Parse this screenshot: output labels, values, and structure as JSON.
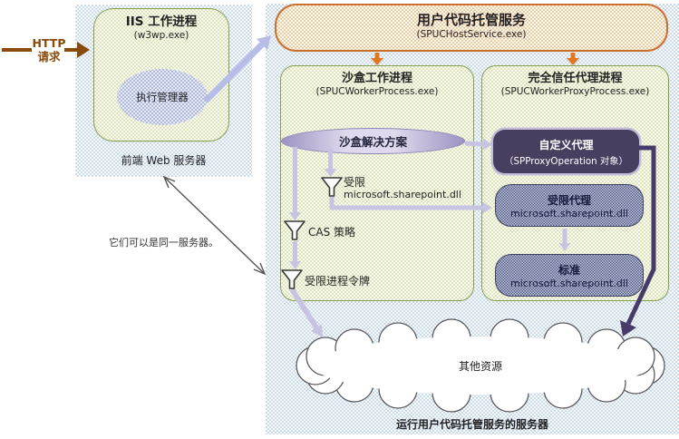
{
  "http_request": {
    "line1": "HTTP",
    "line2": "请求"
  },
  "front_end": {
    "iis_title": "IIS 工作进程",
    "iis_subtitle": "(w3wp.exe)",
    "execution_manager": "执行管理器",
    "label": "前端 Web 服务器"
  },
  "note": "它们可以是同一服务器。",
  "host_service": {
    "title": "用户代码托管服务",
    "subtitle": "(SPUCHostService.exe)"
  },
  "sandbox": {
    "title": "沙盒工作进程",
    "subtitle": "(SPUCWorkerProcess.exe)",
    "solutions": "沙盒解决方案",
    "restricted_label": "受限",
    "restricted_dll": "microsoft.sharepoint.dll",
    "cas_label": "CAS 策略",
    "token_label": "受限进程令牌"
  },
  "proxy": {
    "title": "完全信任代理进程",
    "subtitle": "(SPUCWorkerProxyProcess.exe)",
    "custom_line1": "自定义代理",
    "custom_line2": "（SPProxyOperation 对象）",
    "limited_line1": "受限代理",
    "limited_line2": "microsoft.sharepoint.dll",
    "standard_line1": "标准",
    "standard_line2": "microsoft.sharepoint.dll"
  },
  "cloud_label": "其他资源",
  "server_label": "运行用户代码托管服务的服务器",
  "colors": {
    "http_brown": "#8a4a0a",
    "orange_border": "#c8702e",
    "orange_arrow": "#e07820",
    "green_border": "#85a04a",
    "light_purple": "#c7c3e2",
    "periwinkle_arrow": "#b7bde7",
    "dark_purple": "#463b69",
    "navy_box": "#473e60",
    "cloud_outline": "#5a5a5a"
  }
}
